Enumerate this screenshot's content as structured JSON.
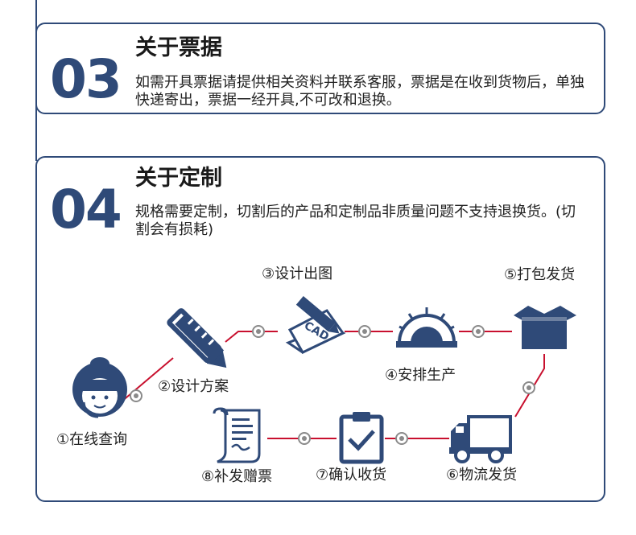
{
  "sections": [
    {
      "number": "03",
      "title": "关于票据",
      "text": "如需开具票据请提供相关资料并联系客服，票据是在收到货物后，单独快递寄出，票据一经开具,不可改和退换。"
    },
    {
      "number": "04",
      "title": "关于定制",
      "text": "规格需要定制，切割后的产品和定制品非质量问题不支持退换货。(切割会有损耗)"
    }
  ],
  "flow": {
    "steps": [
      {
        "label": "①在线查询",
        "icon": "customer-service-icon"
      },
      {
        "label": "②设计方案",
        "icon": "pencil-ruler-icon"
      },
      {
        "label": "③设计出图",
        "icon": "cad-drawing-icon"
      },
      {
        "label": "④安排生产",
        "icon": "protractor-icon"
      },
      {
        "label": "⑤打包发货",
        "icon": "package-box-icon"
      },
      {
        "label": "⑥物流发货",
        "icon": "delivery-truck-icon"
      },
      {
        "label": "⑦确认收货",
        "icon": "clipboard-check-icon"
      },
      {
        "label": "⑧补发赠票",
        "icon": "invoice-scroll-icon"
      }
    ],
    "cad_text": "CAD",
    "colors": {
      "navy": "#2f4a78",
      "line": "#c8102e",
      "node": "#888888"
    }
  }
}
